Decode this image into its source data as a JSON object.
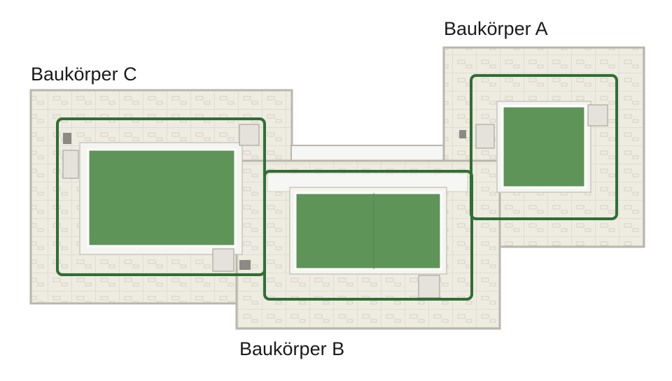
{
  "labels": {
    "a": "Baukörper A",
    "b": "Baukörper B",
    "c": "Baukörper C"
  },
  "colors": {
    "background": "#ffffff",
    "floor": "#eeebe0",
    "wall": "#b9b6ab",
    "room_line": "#d3d0c4",
    "courtyard": "#5f9459",
    "courtyard_border": "#f4f4f0",
    "outline": "#2e6f34",
    "corridor": "#f6f6f4"
  }
}
